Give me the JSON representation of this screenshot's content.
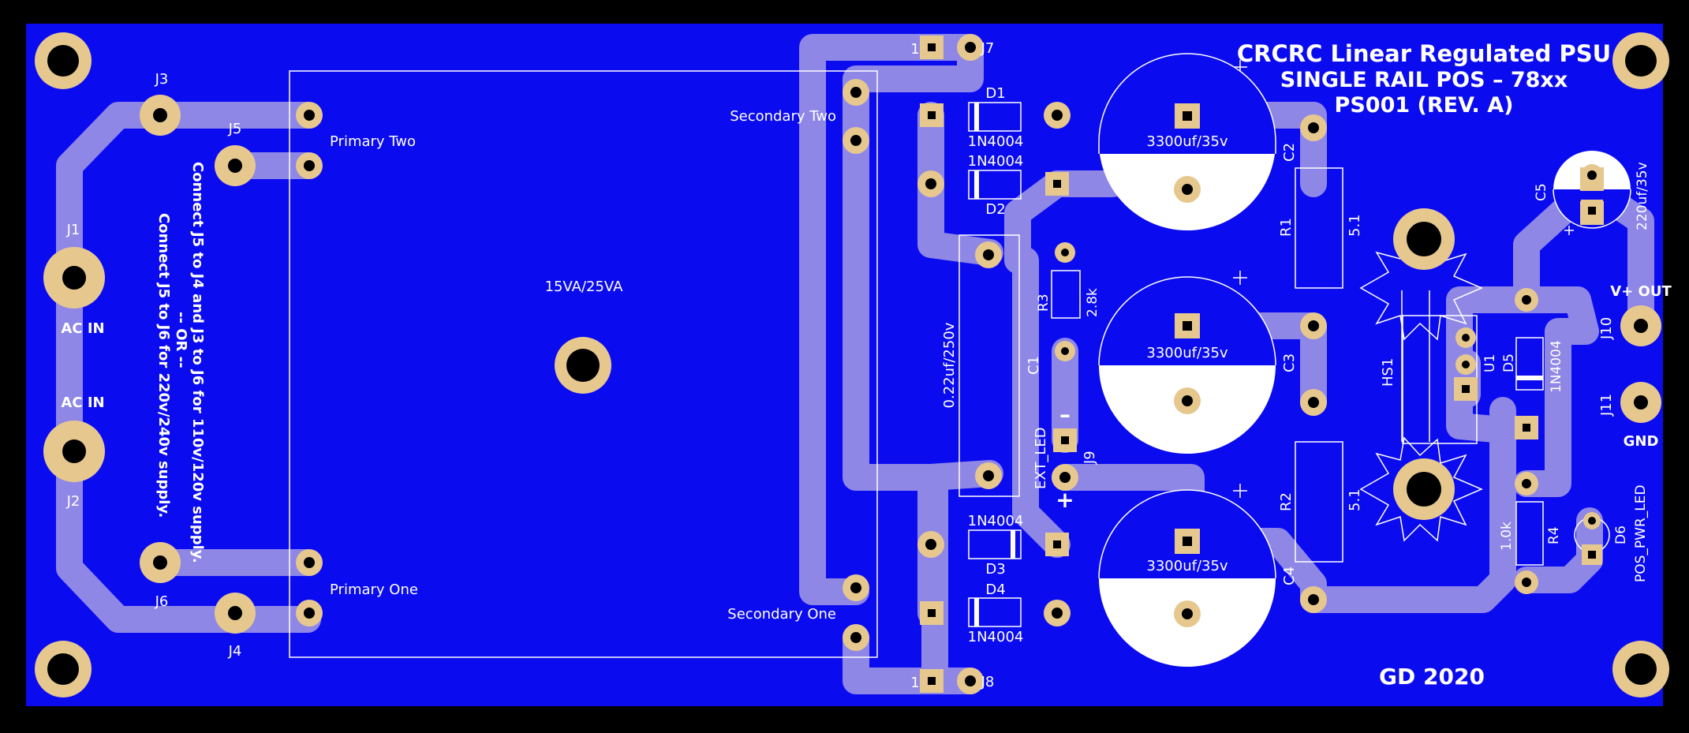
{
  "board": {
    "colors": {
      "background": "#000000",
      "board": "#0b0bf0",
      "trace": "#8e87e6",
      "pad": "#e6c88f",
      "silkscreen": "#ffffff"
    },
    "title_line1": "CRCRC Linear Regulated PSU",
    "title_line2": "SINGLE RAIL POS – 78xx",
    "title_line3": "PS001 (REV. A)",
    "credit": "GD 2020"
  },
  "transformer": {
    "rating": "15VA/25VA",
    "primary_two": "Primary Two",
    "primary_one": "Primary One",
    "secondary_two": "Secondary Two",
    "secondary_one": "Secondary One",
    "instruction_line1": "Connect J5 to J4 and J3 to J6 for 110v/120v supply.",
    "instruction_line2": "-- OR --",
    "instruction_line3": "Connect J5 to J6 for 220v/240v supply."
  },
  "connectors": {
    "j1": "J1",
    "j2": "J2",
    "j3": "J3",
    "j4": "J4",
    "j5": "J5",
    "j6": "J6",
    "j7": "J7",
    "j8": "J8",
    "j9": "J9",
    "j10": "J10",
    "j11": "J11",
    "ac_in_top": "AC IN",
    "ac_in_bottom": "AC IN",
    "v_out": "V+ OUT",
    "gnd": "GND",
    "pin1_top": "1",
    "pin1_bottom": "1",
    "ext_led": "EXT_LED",
    "minus": "–",
    "plus": "+"
  },
  "components": {
    "d1": "D1",
    "d2": "D2",
    "d3": "D3",
    "d4": "D4",
    "d5": "D5",
    "d6": "D6",
    "d1_value": "1N4004",
    "d2_value": "1N4004",
    "d3_value": "1N4004",
    "d4_value": "1N4004",
    "d5_value": "1N4004",
    "pos_pwr_led": "POS_PWR_LED",
    "c1": "C1",
    "c1_value": "0.22uf/250v",
    "c2": "C2",
    "c3": "C3",
    "c4": "C4",
    "c5": "C5",
    "c2_value": "3300uf/35v",
    "c3_value": "3300uf/35v",
    "c4_value": "3300uf/35v",
    "c5_value": "220uf/35v",
    "r1": "R1",
    "r2": "R2",
    "r3": "R3",
    "r4": "R4",
    "r1_value": "5.1",
    "r2_value": "5.1",
    "r3_value": "2.8k",
    "r4_value": "1.0k",
    "hs1": "HS1",
    "u1": "U1"
  }
}
